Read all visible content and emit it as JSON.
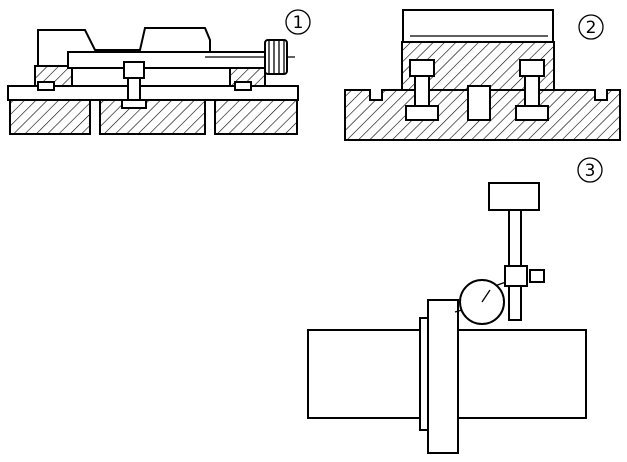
{
  "figures": [
    {
      "label": "1"
    },
    {
      "label": "2"
    },
    {
      "label": "3"
    }
  ],
  "colors": {
    "line": "#000000",
    "background": "#ffffff"
  }
}
